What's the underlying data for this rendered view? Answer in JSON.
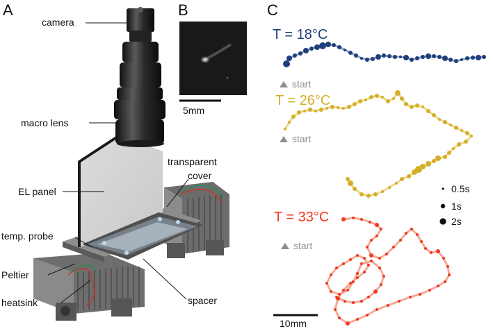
{
  "figure": {
    "panel_labels": [
      "A",
      "B",
      "C"
    ]
  },
  "panel_a": {
    "labels": {
      "camera": "camera",
      "macro_lens": "macro lens",
      "el_panel": "EL panel",
      "transparent_cover_1": "transparent",
      "transparent_cover_2": "cover",
      "temp_probe": "temp. probe",
      "peltier": "Peltier",
      "heatsink": "heatsink",
      "spacer": "spacer"
    }
  },
  "panel_b": {
    "scale_bar_label": "5mm"
  },
  "panel_c": {
    "scale_bar_label": "10mm",
    "start_label": "start",
    "legend": [
      {
        "label": "0.5s",
        "value": 0.5
      },
      {
        "label": "1s",
        "value": 1
      },
      {
        "label": "2s",
        "value": 2
      }
    ],
    "trajectories": [
      {
        "label": "T = 18°C",
        "color": "#1f3f7a",
        "line_color": "#8ea6c8"
      },
      {
        "label": "T = 26°C",
        "color": "#d4af28",
        "line_color": "#ecd98f"
      },
      {
        "label": "T = 33°C",
        "color": "#f0391e",
        "line_color": "#f6a998"
      }
    ]
  }
}
